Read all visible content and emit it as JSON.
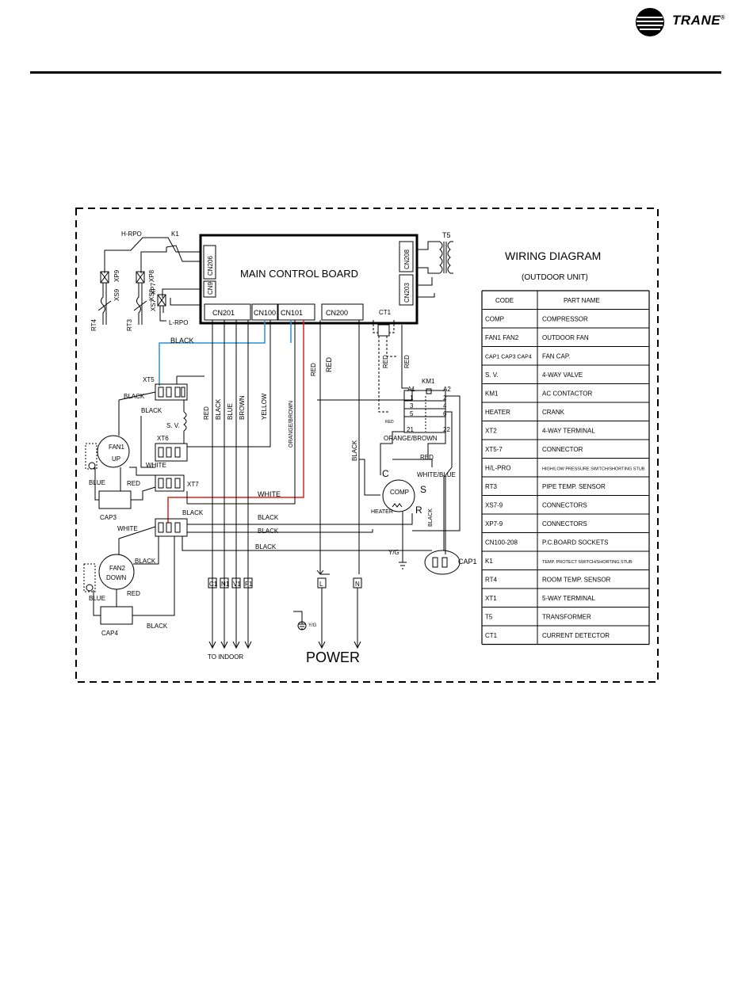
{
  "brand": {
    "name": "TRANE",
    "mark": "®"
  },
  "diagram": {
    "title": "WIRING DIAGRAM",
    "subtitle": "(OUTDOOR UNIT)",
    "board_label": "MAIN CONTROL BOARD",
    "board_sockets": [
      "CN206",
      "CN9",
      "CN201",
      "CN100",
      "CN101",
      "CN200",
      "CN208",
      "CN203"
    ],
    "components": {
      "t5": "T5",
      "ct1": "CT1",
      "km1": "KM1",
      "h_rpo": "H-RPO",
      "l_rpo": "L-RPO",
      "k1": "K1",
      "xp9": "XP9",
      "xs9": "XS9",
      "xp8": "XP8",
      "xs8": "XS8",
      "xp7": "XP7",
      "xs7": "XS7",
      "rt4": "RT4",
      "rt3": "RT3",
      "xt5": "XT5",
      "xt6": "XT6",
      "xt7": "XT7",
      "sv": "S. V.",
      "fan1": "FAN1",
      "fan1_dir": "UP",
      "fan2": "FAN2",
      "fan2_dir": "DOWN",
      "cap3": "CAP3",
      "cap4": "CAP4",
      "cap1": "CAP1",
      "comp": "COMP",
      "heater": "HEATER",
      "c": "C",
      "s": "S",
      "r": "R",
      "yg": "Y/G",
      "yg2": "Y/G",
      "t_c1": "C1",
      "t_n1": "N1",
      "t_v1": "V1",
      "t_f1": "F1",
      "t_l": "L",
      "t_n": "N",
      "to_indoor": "TO   INDOOR",
      "power": "POWER",
      "a1": "A1",
      "a2": "A2",
      "k_1": "1",
      "k_2": "2",
      "k_3": "3",
      "k_4": "4",
      "k_5": "5",
      "k_6": "6",
      "k_21": "21",
      "k_22": "22"
    },
    "wire_labels": {
      "black_top": "BLACK",
      "black_xt5_1": "BLACK",
      "black_xt5_2": "BLACK",
      "white_fan1": "WHITE",
      "red_cap3": "RED",
      "blue_fan1": "BLUE",
      "white_fan2": "WHITE",
      "black_fan2": "BLACK",
      "red_cap4": "RED",
      "blue_fan2": "BLUE",
      "black_cap4": "BLACK",
      "black_xt": "BLACK",
      "black_1": "BLACK",
      "black_2": "BLACK",
      "black_3": "BLACK",
      "white_main": "WHITE",
      "v_red": "RED",
      "v_black": "BLACK",
      "v_blue": "BLUE",
      "v_brown": "BROWN",
      "v_yellow": "YELLOW",
      "v_orange_brown": "ORANGE/BROWN",
      "v_red2": "RED",
      "v_red3": "RED",
      "v_red_ct1": "RED",
      "v_red_ct2": "RED",
      "v_black_power": "BLACK",
      "h_orange_brown": "ORANGE/BROWN",
      "h_red": "RED",
      "red_small": "RED",
      "white_blue": "WHITE/BLUE",
      "black_comp": "BLACK"
    },
    "legend": {
      "headers": [
        "CODE",
        "PART NAME"
      ],
      "rows": [
        [
          "COMP",
          "COMPRESSOR"
        ],
        [
          "FAN1 FAN2",
          "OUTDOOR FAN"
        ],
        [
          "CAP1 CAP3 CAP4",
          "FAN CAP."
        ],
        [
          "S. V.",
          "4-WAY VALVE"
        ],
        [
          "KM1",
          "AC CONTACTOR"
        ],
        [
          "HEATER",
          "CRANK"
        ],
        [
          "XT2",
          "4-WAY TERMINAL"
        ],
        [
          "XT5-7",
          "CONNECTOR"
        ],
        [
          "H/L-PRO",
          "HIGH/LOW PRESSURE SWITCH/SHORTING STUB"
        ],
        [
          "RT3",
          "PIPE TEMP. SENSOR"
        ],
        [
          "XS7-9",
          "CONNECTORS"
        ],
        [
          "XP7-9",
          "CONNECTORS"
        ],
        [
          "CN100-208",
          "P.C.BOARD SOCKETS"
        ],
        [
          "K1",
          "TEMP. PROTECT SWITCH/SHORTING STUB"
        ],
        [
          "RT4",
          "ROOM TEMP. SENSOR"
        ],
        [
          "XT1",
          "5-WAY TERMINAL"
        ],
        [
          "T5",
          "TRANSFORMER"
        ],
        [
          "CT1",
          "CURRENT DETECTOR"
        ]
      ]
    },
    "colors": {
      "blue_wire": "#2b8fd6",
      "red_wire": "#e0201c",
      "ink": "#000000"
    }
  }
}
